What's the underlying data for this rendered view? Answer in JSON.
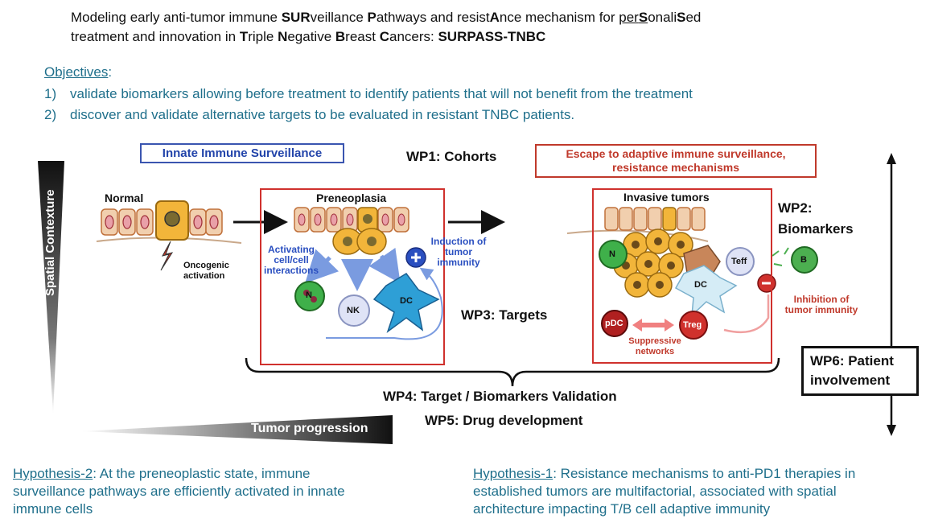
{
  "title": {
    "line1_parts": [
      "Modeling early anti-tumor immune ",
      "SUR",
      "veillance ",
      "P",
      "athways and resist",
      "A",
      "nce mechanism for ",
      "per",
      "S",
      "onali",
      "S",
      "ed"
    ],
    "line2_parts": [
      "treatment and innovation in ",
      "T",
      "riple ",
      "N",
      "egative ",
      "B",
      "reast ",
      "C",
      "ancers: ",
      "SURPASS-TNBC"
    ]
  },
  "objectives": {
    "heading": "Objectives",
    "colon": ":",
    "items": [
      {
        "num": "1)",
        "text": "validate biomarkers allowing before treatment to identify patients that will not benefit from the treatment"
      },
      {
        "num": "2)",
        "text": "discover and validate alternative targets to be evaluated in resistant TNBC patients."
      }
    ]
  },
  "diagram": {
    "innate_box": "Innate Immune Surveillance",
    "escape_box_line1": "Escape to adaptive immune surveillance,",
    "escape_box_line2": "resistance mechanisms",
    "wp1": "WP1: Cohorts",
    "wp2_line1": "WP2:",
    "wp2_line2": "Biomarkers",
    "wp3": "WP3: Targets",
    "wp4": "WP4: Target / Biomarkers Validation",
    "wp5": "WP5: Drug development",
    "wp6_line1": "WP6: Patient",
    "wp6_line2": "involvement",
    "normal": "Normal",
    "oncogenic_line1": "Oncogenic",
    "oncogenic_line2": "activation",
    "preneoplasia": "Preneoplasia",
    "activating_line1": "Activating",
    "activating_line2": "cell/cell",
    "activating_line3": "interactions",
    "induction_line1": "Induction of",
    "induction_line2": "tumor",
    "induction_line3": "immunity",
    "invasive": "Invasive tumors",
    "inhibition_line1": "Inhibition of",
    "inhibition_line2": "tumor immunity",
    "suppressive_line1": "Suppressive",
    "suppressive_line2": "networks",
    "cells": {
      "n": "N",
      "nk": "NK",
      "dc": "DC",
      "teff": "Teff",
      "b": "B",
      "pdc": "pDC",
      "treg": "Treg"
    },
    "spatial_context": "Spatial Contexture",
    "tumor_progression": "Tumor progression",
    "colors": {
      "red": "#d0312d",
      "blue": "#2a4fc0",
      "teal": "#1f6f8b"
    }
  },
  "hypotheses": {
    "h2_label": "Hypothesis-2",
    "h2_line1": ": At the preneoplastic state, immune",
    "h2_line2": "surveillance pathways are efficiently activated in innate",
    "h2_line3": "immune cells",
    "h1_label": "Hypothesis-1",
    "h1_line1": ": Resistance mechanisms to anti-PD1 therapies in",
    "h1_line2": "established tumors are multifactorial, associated with spatial",
    "h1_line3": "architecture impacting T/B cell adaptive immunity"
  }
}
